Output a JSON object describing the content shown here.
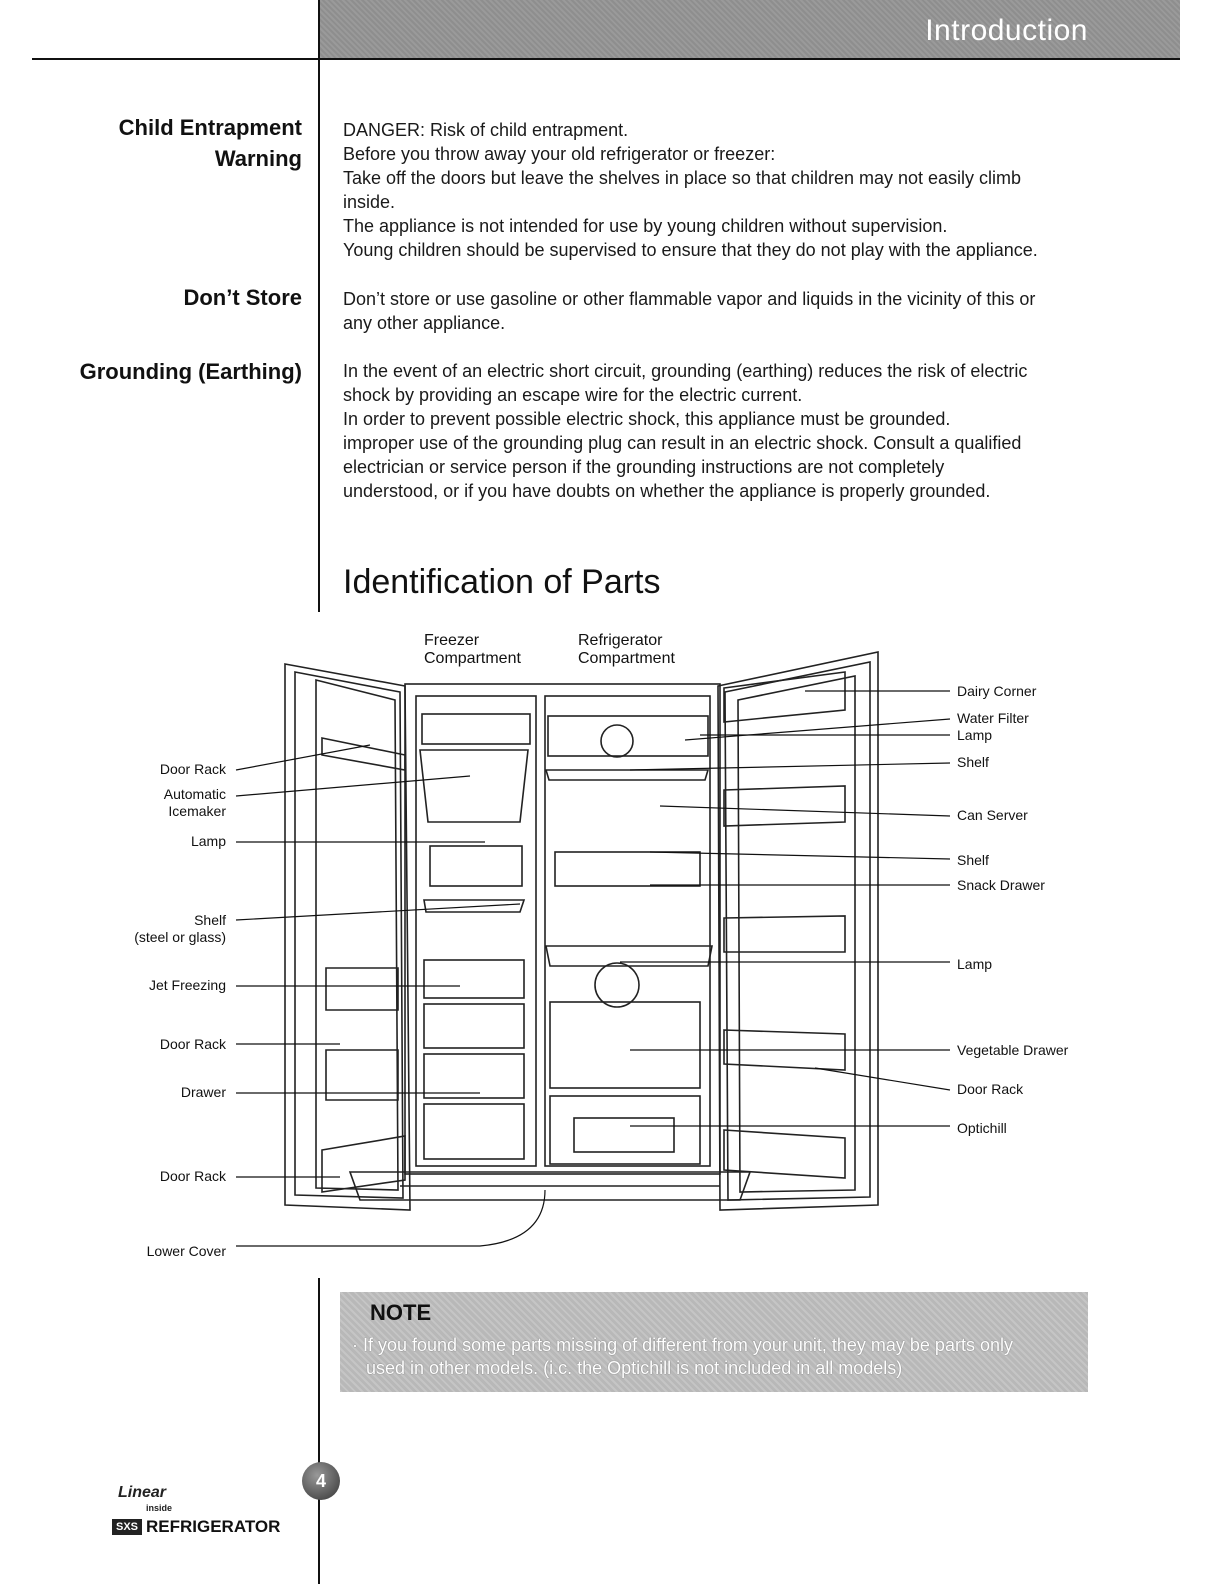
{
  "header": {
    "title": "Introduction"
  },
  "sections": [
    {
      "heading": [
        "Child Entrapment",
        "Warning"
      ],
      "lines": [
        "DANGER: Risk of child entrapment.",
        "Before you throw away your old refrigerator or freezer:",
        "Take off the doors but leave the shelves in place so that children may not easily climb",
        "inside.",
        "The appliance is not intended for use by young children without supervision.",
        "Young children should be supervised to ensure that they do not play with the appliance."
      ]
    },
    {
      "heading": [
        "Don’t Store"
      ],
      "lines": [
        "Don’t store or use gasoline or other flammable vapor and liquids in the vicinity of this or",
        "any other appliance."
      ]
    },
    {
      "heading": [
        "Grounding (Earthing)"
      ],
      "lines": [
        "In the event of an electric short circuit, grounding (earthing) reduces the risk of electric",
        "shock by providing an escape wire for the electric current.",
        "In order to prevent possible electric shock, this appliance must be grounded.",
        "improper use of the grounding plug can result in an electric shock. Consult a qualified",
        "electrician or service person if the grounding instructions are not completely",
        "understood, or if you have doubts on whether the appliance is properly grounded."
      ]
    }
  ],
  "parts": {
    "title": "Identification of Parts",
    "top_labels": {
      "freezer": [
        "Freezer",
        "Compartment"
      ],
      "refrigerator": [
        "Refrigerator",
        "Compartment"
      ]
    },
    "left_labels": [
      [
        "Door Rack"
      ],
      [
        "Automatic",
        "Icemaker"
      ],
      [
        "Lamp"
      ],
      [
        "Shelf",
        "(steel or glass)"
      ],
      [
        "Jet Freezing"
      ],
      [
        "Door Rack"
      ],
      [
        "Drawer"
      ],
      [
        "Door Rack"
      ],
      [
        "Lower Cover"
      ]
    ],
    "right_labels": [
      [
        "Dairy Corner"
      ],
      [
        "Water Filter"
      ],
      [
        "Lamp"
      ],
      [
        "Shelf"
      ],
      [
        "Can Server"
      ],
      [
        "Shelf"
      ],
      [
        "Snack Drawer"
      ],
      [
        "Lamp"
      ],
      [
        "Vegetable Drawer"
      ],
      [
        "Door Rack"
      ],
      [
        "Optichill"
      ]
    ]
  },
  "note": {
    "title": "NOTE",
    "lines": [
      "· If you found some parts missing of different from your unit, they may be parts only",
      "used in other models. (i.c. the Optichill is not included in all models)"
    ]
  },
  "footer": {
    "page_number": "4",
    "logo_linear": "Linear",
    "logo_inside": "inside",
    "logo_sxs": "SXS",
    "logo_text": "REFRIGERATOR"
  }
}
